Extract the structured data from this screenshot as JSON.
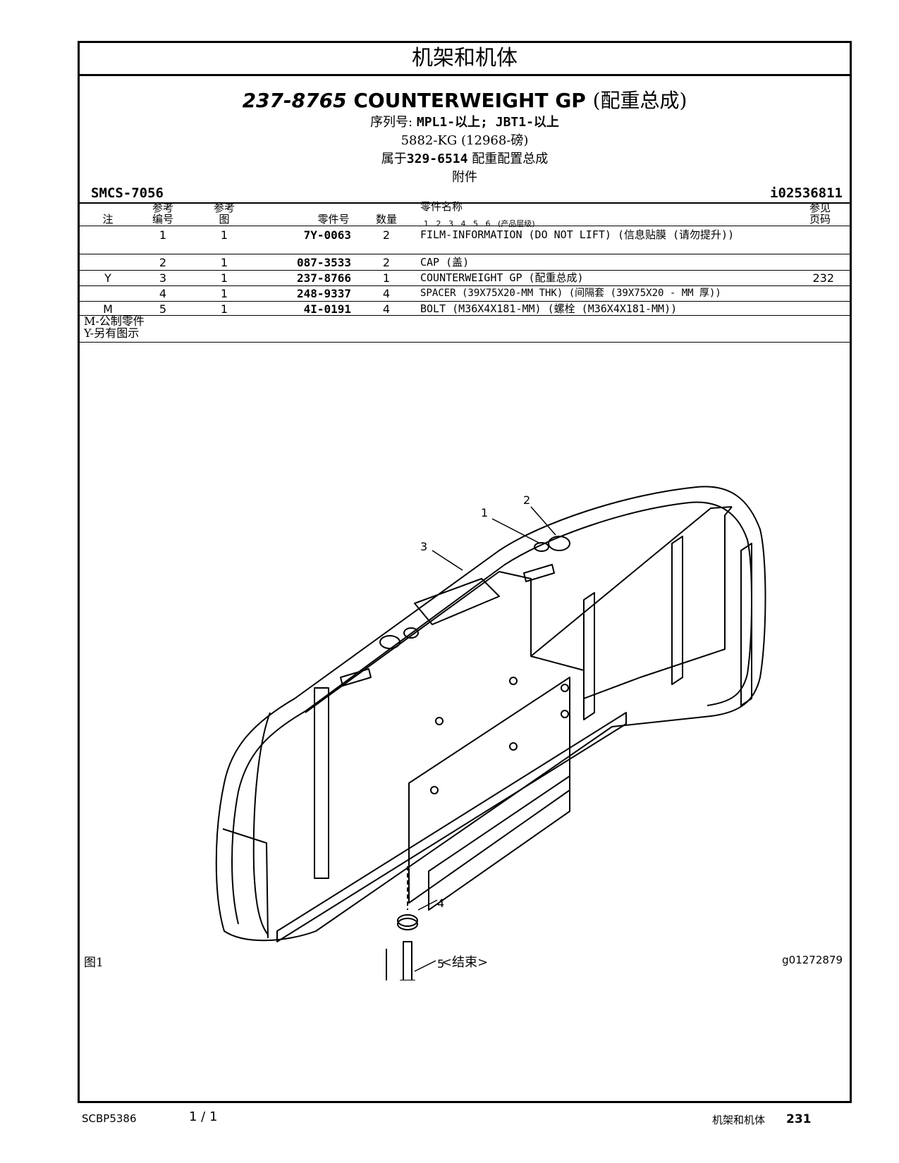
{
  "section_title": "机架和机体",
  "header": {
    "part_number": "237-8765",
    "part_name": "COUNTERWEIGHT GP",
    "part_name_zh": "(配重总成)",
    "serial_prefix_label": "序列号:",
    "serial_ranges": "MPL1-以上; JBT1-以上",
    "weight": "5882-KG (12968-磅)",
    "belongs_to_label": "属于",
    "belongs_to_part": "329-6514",
    "belongs_to_name": "配重配置总成",
    "category": "附件"
  },
  "smcs": "SMCS-7056",
  "doc_id": "i02536811",
  "table": {
    "headers": {
      "note": "注",
      "ref_no": "参考 编号",
      "ref_fig": "参考 图",
      "part_no": "零件号",
      "qty": "数量",
      "part_name": "零件名称",
      "levels": "1 2 3 4 5 6 (产品层级)",
      "see_page": "参见 页码"
    },
    "rows": [
      {
        "note": "",
        "ref": "1",
        "fig": "1",
        "part": "7Y-0063",
        "qty": "2",
        "name": "FILM-INFORMATION (DO NOT LIFT) (信息贴膜 (请勿提升))",
        "page": ""
      },
      {
        "note": "",
        "ref": "2",
        "fig": "1",
        "part": "087-3533",
        "qty": "2",
        "name": "CAP (盖)",
        "page": ""
      },
      {
        "note": "Y",
        "ref": "3",
        "fig": "1",
        "part": "237-8766",
        "qty": "1",
        "name": "COUNTERWEIGHT GP (配重总成)",
        "page": "232"
      },
      {
        "note": "",
        "ref": "4",
        "fig": "1",
        "part": "248-9337",
        "qty": "4",
        "name": "SPACER (39X75X20-MM THK) (间隔套 (39X75X20 - MM 厚))",
        "page": ""
      },
      {
        "note": "M",
        "ref": "5",
        "fig": "1",
        "part": "4I-0191",
        "qty": "4",
        "name": "BOLT (M36X4X181-MM) (螺栓 (M36X4X181-MM))",
        "page": ""
      }
    ]
  },
  "legend": [
    "M-公制零件",
    "Y-另有图示"
  ],
  "illustration": {
    "callouts": [
      "1",
      "2",
      "3",
      "4",
      "5"
    ]
  },
  "figure_label": "图1",
  "end_label": "<结束>",
  "graphic_id": "g01272879",
  "footer": {
    "doc_code": "SCBP5386",
    "page_of": "1 / 1",
    "section": "机架和机体",
    "page_number": "231"
  }
}
